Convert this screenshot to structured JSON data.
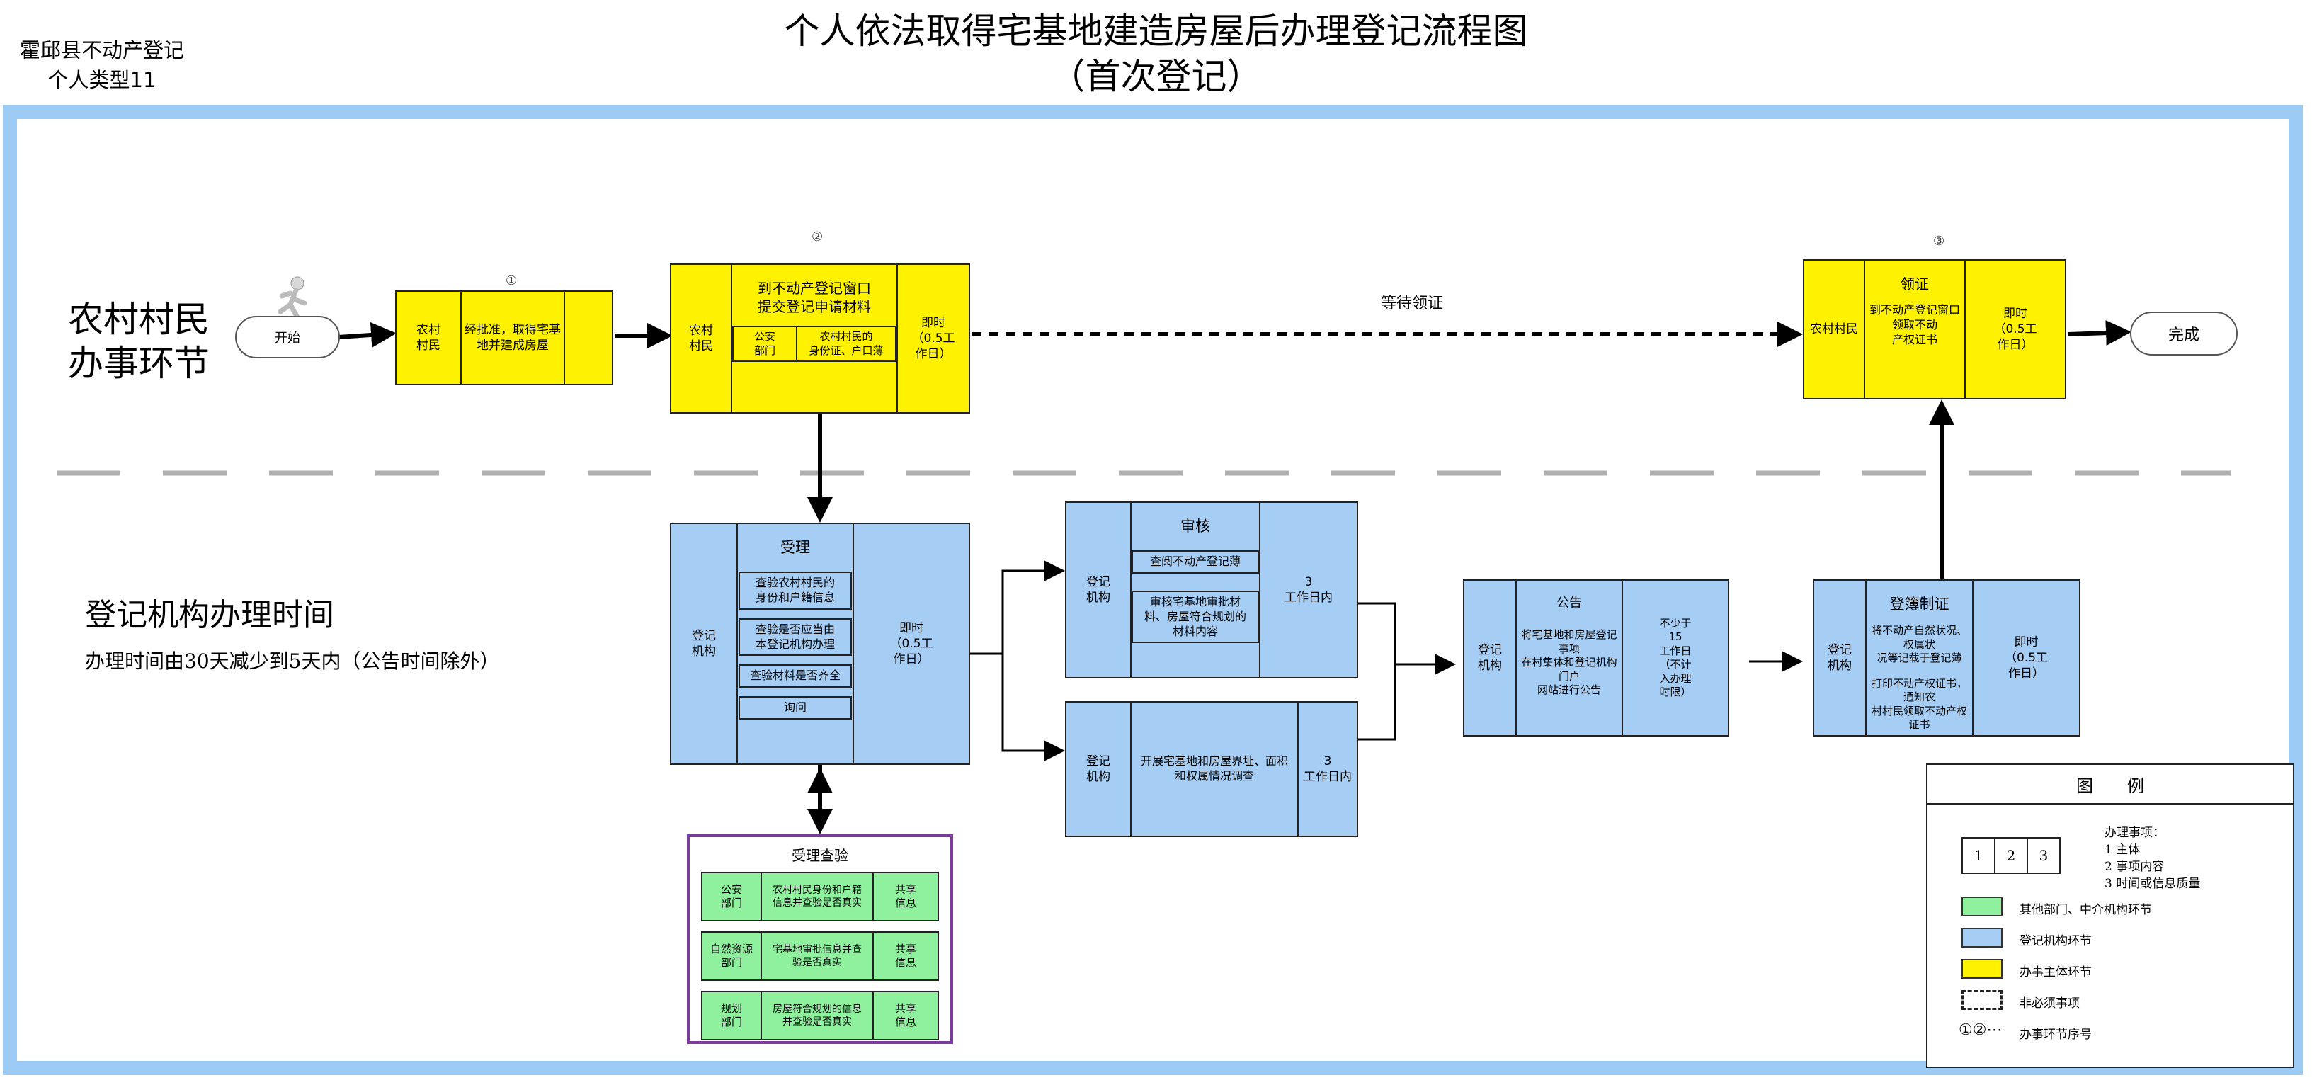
{
  "header": {
    "corner_line1": "霍邱县不动产登记",
    "corner_line2": "个人类型11",
    "title": "个人依法取得宅基地建造房屋后办理登记流程图",
    "subtitle": "（首次登记）"
  },
  "lanes": {
    "top_line1": "农村村民",
    "top_line2": "办事环节",
    "bottom_title": "登记机构办理时间",
    "bottom_note": "办理时间由30天减少到5天内（公告时间除外）"
  },
  "flow": {
    "start": "开始",
    "finish": "完成",
    "wait_label": "等待领证",
    "step1": {
      "num": "①",
      "subject": "农村\n村民",
      "content": "经批准，取得宅基\n地并建成房屋"
    },
    "step2": {
      "num": "②",
      "subject": "农村\n村民",
      "head": "到不动产登记窗口\n提交登记申请材料",
      "sub_dept": "公安\n部门",
      "sub_text": "农村村民的\n身份证、户口薄",
      "time": "即时\n（0.5工\n作日）"
    },
    "step3": {
      "num": "③",
      "subject": "农村村民",
      "head": "领证",
      "content": "到不动产登记窗口领取不动\n产权证书",
      "time": "即时\n（0.5工\n作日）"
    },
    "accept": {
      "subject": "登记\n机构",
      "head": "受理",
      "items": [
        "查验农村村民的\n身份和户籍信息",
        "查验是否应当由\n本登记机构办理",
        "查验材料是否齐全",
        "询问"
      ],
      "time": "即时\n（0.5工\n作日）"
    },
    "review": {
      "subject": "登记\n机构",
      "head": "审核",
      "items": [
        "查阅不动产登记薄",
        "审核宅基地审批材\n料、房屋符合规划的\n材料内容"
      ],
      "time": "3\n工作日内"
    },
    "survey": {
      "subject": "登记\n机构",
      "content": "开展宅基地和房屋界址、面积\n和权属情况调查",
      "time": "3\n工作日内"
    },
    "notice": {
      "subject": "登记\n机构",
      "head": "公告",
      "content": "将宅基地和房屋登记事项\n在村集体和登记机构门户\n网站进行公告",
      "time": "不少于\n15\n工作日\n（不计\n入办理\n时限）"
    },
    "register": {
      "subject": "登记\n机构",
      "head": "登簿制证",
      "content1": "将不动产自然状况、权属状\n况等记载于登记薄",
      "content2": "打印不动产权证书，通知农\n村村民领取不动产权证书",
      "time": "即时\n（0.5工\n作日）"
    },
    "verify": {
      "title": "受理查验",
      "rows": [
        {
          "dept": "公安\n部门",
          "text": "农村村民身份和户籍\n信息并查验是否真实",
          "share": "共享\n信息"
        },
        {
          "dept": "自然资源\n部门",
          "text": "宅基地审批信息并查\n验是否真实",
          "share": "共享\n信息"
        },
        {
          "dept": "规划\n部门",
          "text": "房屋符合规划的信息\n并查验是否真实",
          "share": "共享\n信息"
        }
      ]
    }
  },
  "legend": {
    "title": "图　　例",
    "cells": [
      "1",
      "2",
      "3"
    ],
    "item_desc_title": "办理事项：",
    "item_desc": [
      "1 主体",
      "2 事项内容",
      "3 时间或信息质量"
    ],
    "green_label": "其他部门、中介机构环节",
    "blue_label": "登记机构环节",
    "yellow_label": "办事主体环节",
    "dashed_label": "非必须事项",
    "seq_symbol": "①②⋯",
    "seq_label": "办事环节序号"
  },
  "colors": {
    "yellow": "#fef200",
    "blue": "#a6cdf3",
    "green": "#8ff09e",
    "frame": "#9cccf5",
    "purple": "#7a3aa0"
  }
}
